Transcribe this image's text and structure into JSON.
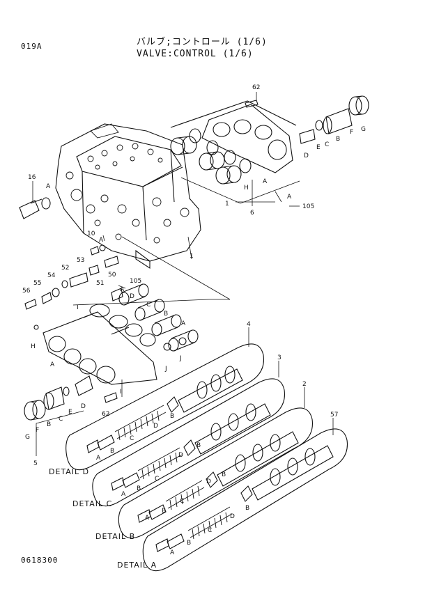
{
  "header": {
    "ref_code": "019A",
    "title_jp": "バルブ;コントロール (1/6)",
    "title_en": "VALVE:CONTROL (1/6)"
  },
  "footer": {
    "drawing_code": "0618300"
  },
  "callouts": {
    "n62a": "62",
    "n16": "16",
    "n6": "6",
    "n105a": "105",
    "n1a": "1",
    "n1b": "1",
    "n10": "10",
    "n53": "53",
    "n52": "52",
    "n54": "54",
    "n55": "55",
    "n56": "56",
    "n50": "50",
    "n51": "51",
    "n105b": "105",
    "n62b": "62",
    "n5": "5",
    "n4": "4",
    "n3": "3",
    "n2": "2",
    "n57": "57"
  },
  "letters": {
    "A": "A",
    "B": "B",
    "C": "C",
    "D": "D",
    "E": "E",
    "F": "F",
    "G": "G",
    "H": "H",
    "I": "I",
    "J": "J"
  },
  "details": {
    "d": "DETAIL D",
    "c": "DETAIL C",
    "b": "DETAIL B",
    "a": "DETAIL A"
  }
}
